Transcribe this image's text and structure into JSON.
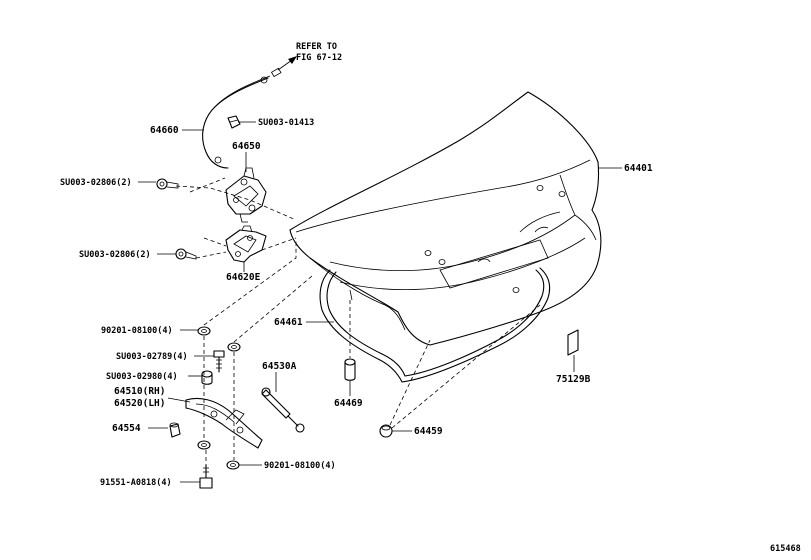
{
  "labels": {
    "refer_line1": "REFER TO",
    "refer_line2": "FIG 67-12",
    "p64660": "64660",
    "p_su01413": "SU003-01413",
    "p64650": "64650",
    "p_su02806_a": "SU003-02806(2)",
    "p64401": "64401",
    "p_su02806_b": "SU003-02806(2)",
    "p64620e": "64620E",
    "p90201_a": "90201-08100(4)",
    "p64461": "64461",
    "p_su02789": "SU003-02789(4)",
    "p_su02980": "SU003-02980(4)",
    "p64530a": "64530A",
    "p64510": "64510(RH)",
    "p64520": "64520(LH)",
    "p64469": "64469",
    "p75129b": "75129B",
    "p64554": "64554",
    "p64459": "64459",
    "p90201_b": "90201-08100(4)",
    "p91551": "91551-A0818(4)",
    "fig_number": "615468"
  }
}
